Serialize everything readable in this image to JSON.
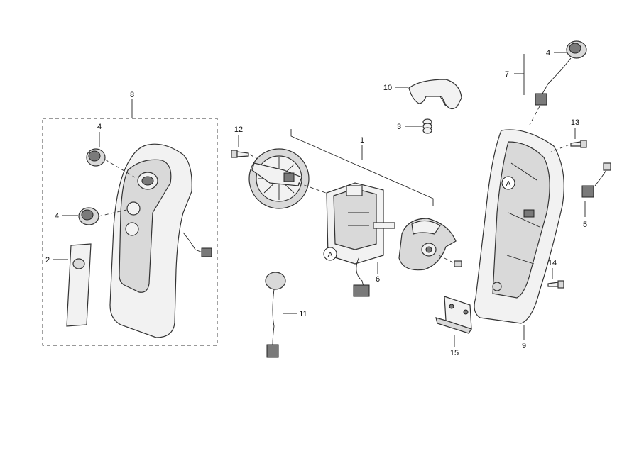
{
  "diagram": {
    "callouts": {
      "c1": "1",
      "c2": "2",
      "c3": "3",
      "c4a": "4",
      "c4b": "4",
      "c4c": "4",
      "c5": "5",
      "c6": "6",
      "c7": "7",
      "c8": "8",
      "c9": "9",
      "c10": "10",
      "c11": "11",
      "c12": "12",
      "c13": "13",
      "c14": "14",
      "c15": "15"
    },
    "refs": {
      "ref_a1": "A",
      "ref_a2": "A"
    }
  }
}
